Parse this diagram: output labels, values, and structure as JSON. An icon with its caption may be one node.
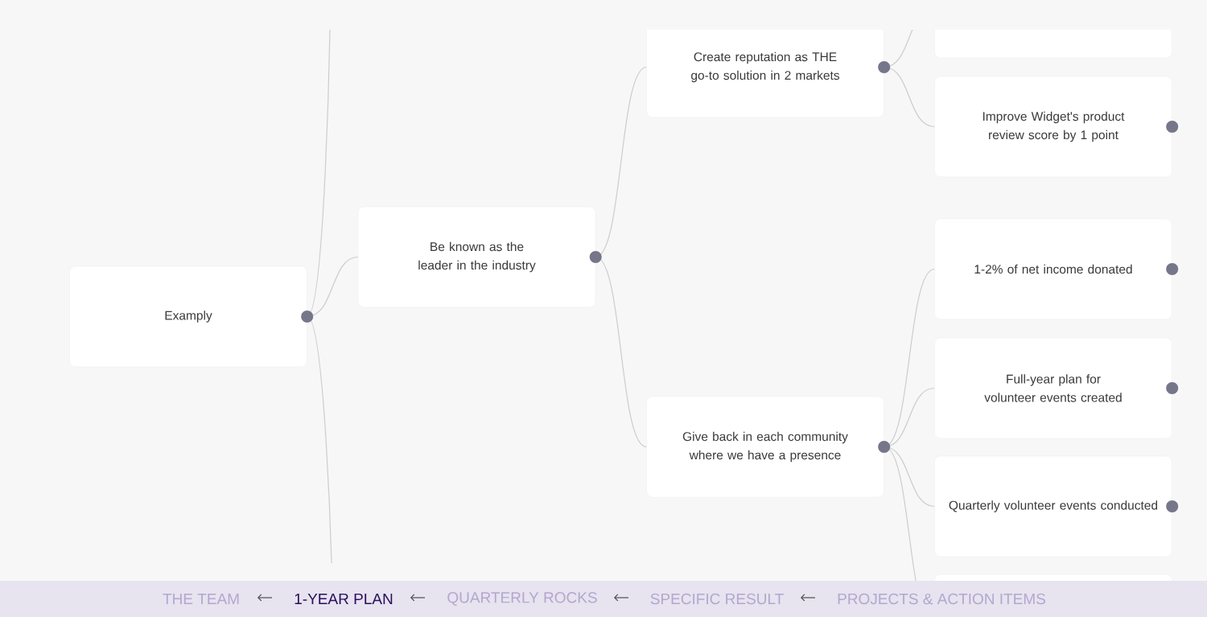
{
  "diagram": {
    "nodes": [
      {
        "text": [
          "Examply"
        ]
      },
      {
        "text": [
          "Be known as the leader in the industry"
        ]
      },
      {
        "text": [
          "Create reputation as THE go-to solution in 2 markets"
        ]
      },
      {
        "text": [],
        "shape": "box"
      },
      {
        "text": [
          "Improve Widget's product review score by 1 point"
        ]
      },
      {
        "text": [
          "Give back in each community where we have a presence"
        ]
      },
      {
        "text": [
          "1-2% of net income donated"
        ]
      },
      {
        "text": [
          "Full-year plan for volunteer events created"
        ]
      },
      {
        "text": [
          "Quarterly volunteer events conducted"
        ]
      },
      {
        "text": [],
        "shape": "box"
      }
    ],
    "edges": [
      {
        "from": 0,
        "to": null,
        "arrow": "none"
      },
      {
        "from": 0,
        "to": 1,
        "arrow": "none"
      },
      {
        "from": 0,
        "to": null,
        "arrow": "none"
      },
      {
        "from": 1,
        "to": 2,
        "arrow": "none"
      },
      {
        "from": 1,
        "to": 5,
        "arrow": "none"
      },
      {
        "from": 2,
        "to": 3,
        "arrow": "none"
      },
      {
        "from": 2,
        "to": 4,
        "arrow": "none"
      },
      {
        "from": 5,
        "to": 6,
        "arrow": "none"
      },
      {
        "from": 5,
        "to": 7,
        "arrow": "none"
      },
      {
        "from": 5,
        "to": 8,
        "arrow": "none"
      },
      {
        "from": 5,
        "to": 9,
        "arrow": "none"
      }
    ],
    "labels": [
      "THE TEAM",
      "1-YEAR PLAN",
      "QUARTERLY ROCKS",
      "SPECIFIC RESULT",
      "PROJECTS & ACTION ITEMS"
    ]
  }
}
